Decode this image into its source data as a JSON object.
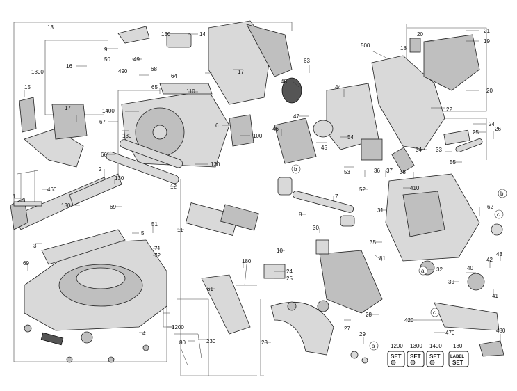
{
  "labels": {
    "l13": "13",
    "l130a": "130",
    "l14": "14",
    "l9": "9",
    "l50": "50",
    "l49": "49",
    "l490": "490",
    "l1300": "1300",
    "l16": "16",
    "l64": "64",
    "l68": "68",
    "l17a": "17",
    "l63": "63",
    "l500": "500",
    "l20a": "20",
    "l18": "18",
    "l21": "21",
    "l19": "19",
    "l20b": "20",
    "l15": "15",
    "l65": "65",
    "l110": "110",
    "l48": "48",
    "l47": "47",
    "l44": "44",
    "l22": "22",
    "l1400": "1400",
    "l17b": "17",
    "l67": "67",
    "l6": "6",
    "l100": "100",
    "l46": "46",
    "l45": "45",
    "l54": "54",
    "l24a": "24",
    "l25a": "25",
    "l26": "26",
    "l130b": "130",
    "l34": "34",
    "l33": "33",
    "l66": "66",
    "l130c": "130",
    "l36": "36",
    "l37": "37",
    "l38": "38",
    "l55": "55",
    "l2": "2",
    "l12": "12",
    "l53": "53",
    "l52": "52",
    "l460": "460",
    "l130d": "130",
    "l1": "1",
    "l130e": "130",
    "l69a": "69",
    "l7": "7",
    "l410": "410",
    "l8": "8",
    "l31": "31",
    "l62": "62",
    "l51": "51",
    "l11": "11",
    "l30": "30",
    "l3": "3",
    "l5": "5",
    "l71": "71",
    "l72": "72",
    "l69b": "69",
    "l10": "10",
    "l35": "35",
    "l81": "81",
    "l43": "43",
    "l42": "42",
    "l32": "32",
    "l40": "40",
    "l180": "180",
    "l24b": "24",
    "l25b": "25",
    "l39": "39",
    "l41": "41",
    "l61": "61",
    "l27": "27",
    "l28": "28",
    "l4": "4",
    "l1200": "1200",
    "l420": "420",
    "l470": "470",
    "l80": "80",
    "l230": "230",
    "l23": "23",
    "l29": "29",
    "l480": "480"
  },
  "callouts": [
    "a",
    "b",
    "c"
  ],
  "sets": {
    "s1200": {
      "num": "1200",
      "badge": "SET"
    },
    "s1300": {
      "num": "1300",
      "badge": "SET"
    },
    "s1400": {
      "num": "1400",
      "badge": "SET"
    },
    "s130": {
      "num": "130",
      "badge_top": "LABEL",
      "badge": "SET"
    }
  }
}
